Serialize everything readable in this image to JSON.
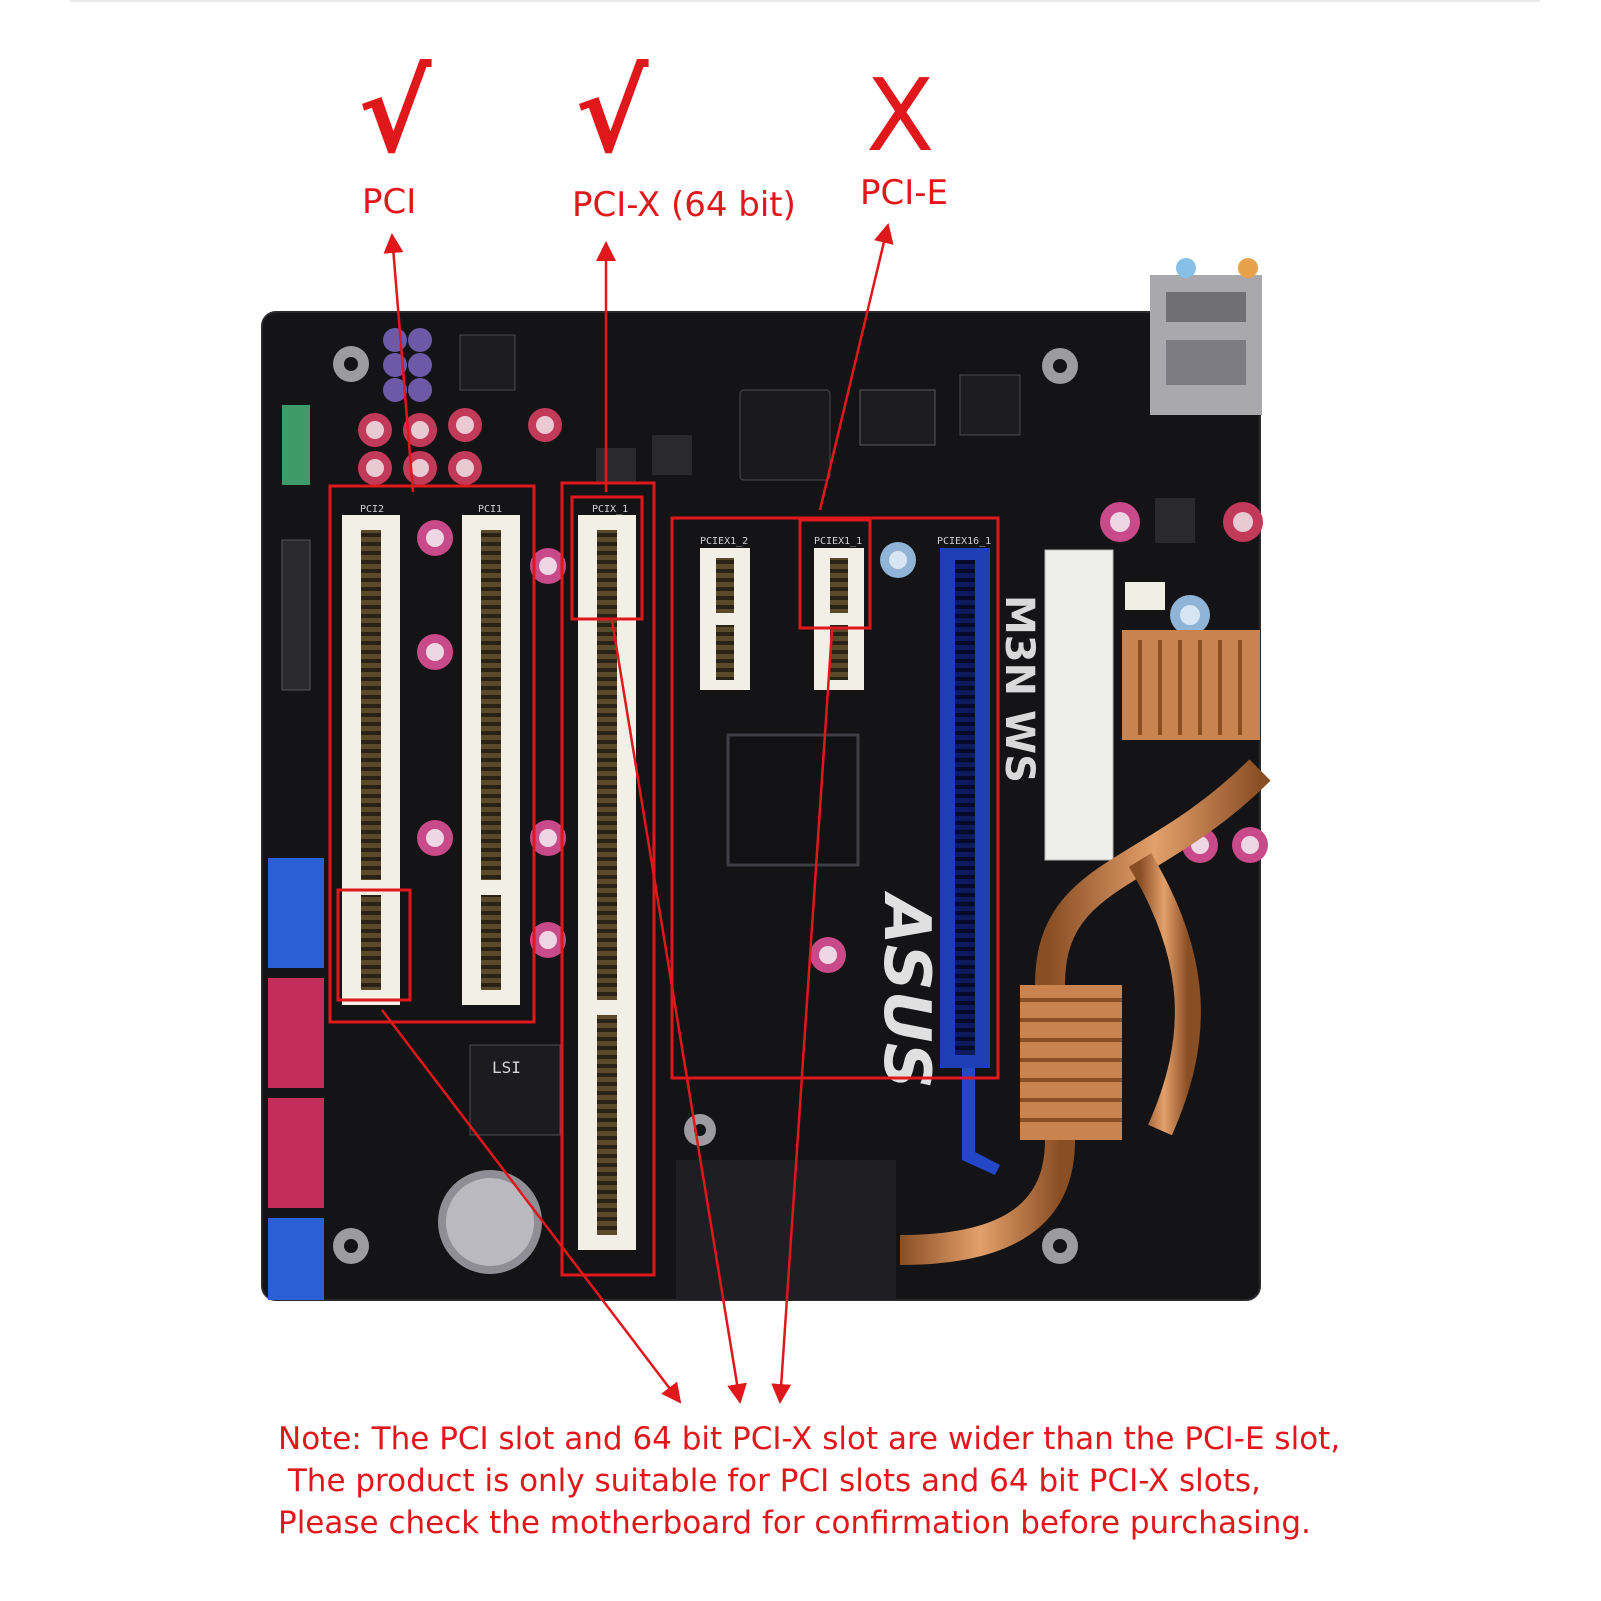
{
  "slots": [
    {
      "key": "pci",
      "status_symbol": "√",
      "label": "PCI",
      "compatible": true
    },
    {
      "key": "pcix",
      "status_symbol": "√",
      "label": "PCI-X (64 bit)",
      "compatible": true
    },
    {
      "key": "pcie",
      "status_symbol": "X",
      "label": "PCI-E",
      "compatible": false
    }
  ],
  "board": {
    "brand": "ASUS",
    "model": "M3N WS",
    "slot_labels": [
      "PCI2",
      "PCI1",
      "PCIX_1",
      "PCIEX1_2",
      "PCIEX1_1",
      "PCIEX16_1"
    ],
    "chip_label": "LSI"
  },
  "note": {
    "lines": [
      "Note: The PCI slot and 64 bit PCI-X slot are wider than the PCI-E slot,",
      " The product is only suitable for PCI slots and 64 bit PCI-X slots,",
      "Please check the motherboard for confirmation before purchasing."
    ]
  },
  "colors": {
    "annotation": "#e0171b",
    "board": "#141416",
    "slot_white": "#f2efe6",
    "slot_blue": "#1f3fb6",
    "copper": "#c8834e"
  }
}
